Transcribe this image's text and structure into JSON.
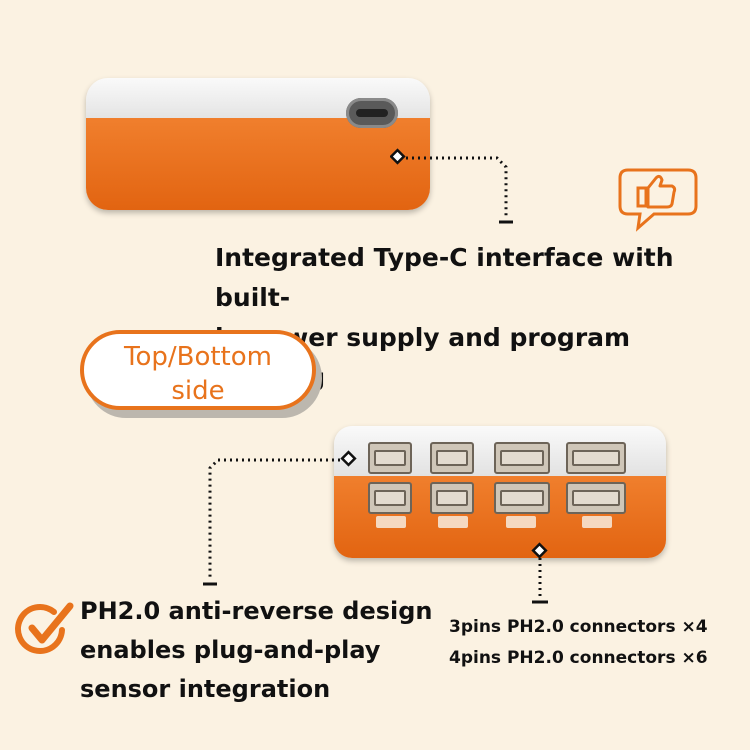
{
  "headline": {
    "line1": "Integrated Type-C interface with built-",
    "line2": "in power supply and program burning"
  },
  "badge": {
    "line1": "Top/Bottom",
    "line2": "side"
  },
  "features": {
    "line1": "PH2.0 anti-reverse design",
    "line2": "enables plug-and-play",
    "line3": "sensor integration"
  },
  "specs": {
    "line1": "3pins PH2.0 connectors ×4",
    "line2": "4pins PH2.0 connectors ×6"
  },
  "colors": {
    "accent": "#e8731c",
    "background": "#fbf2e2",
    "device_orange": "#ea6f1f"
  },
  "icons": [
    "thumbs-up-speech-bubble-icon",
    "checkmark-circle-icon",
    "usb-c-port-icon"
  ]
}
